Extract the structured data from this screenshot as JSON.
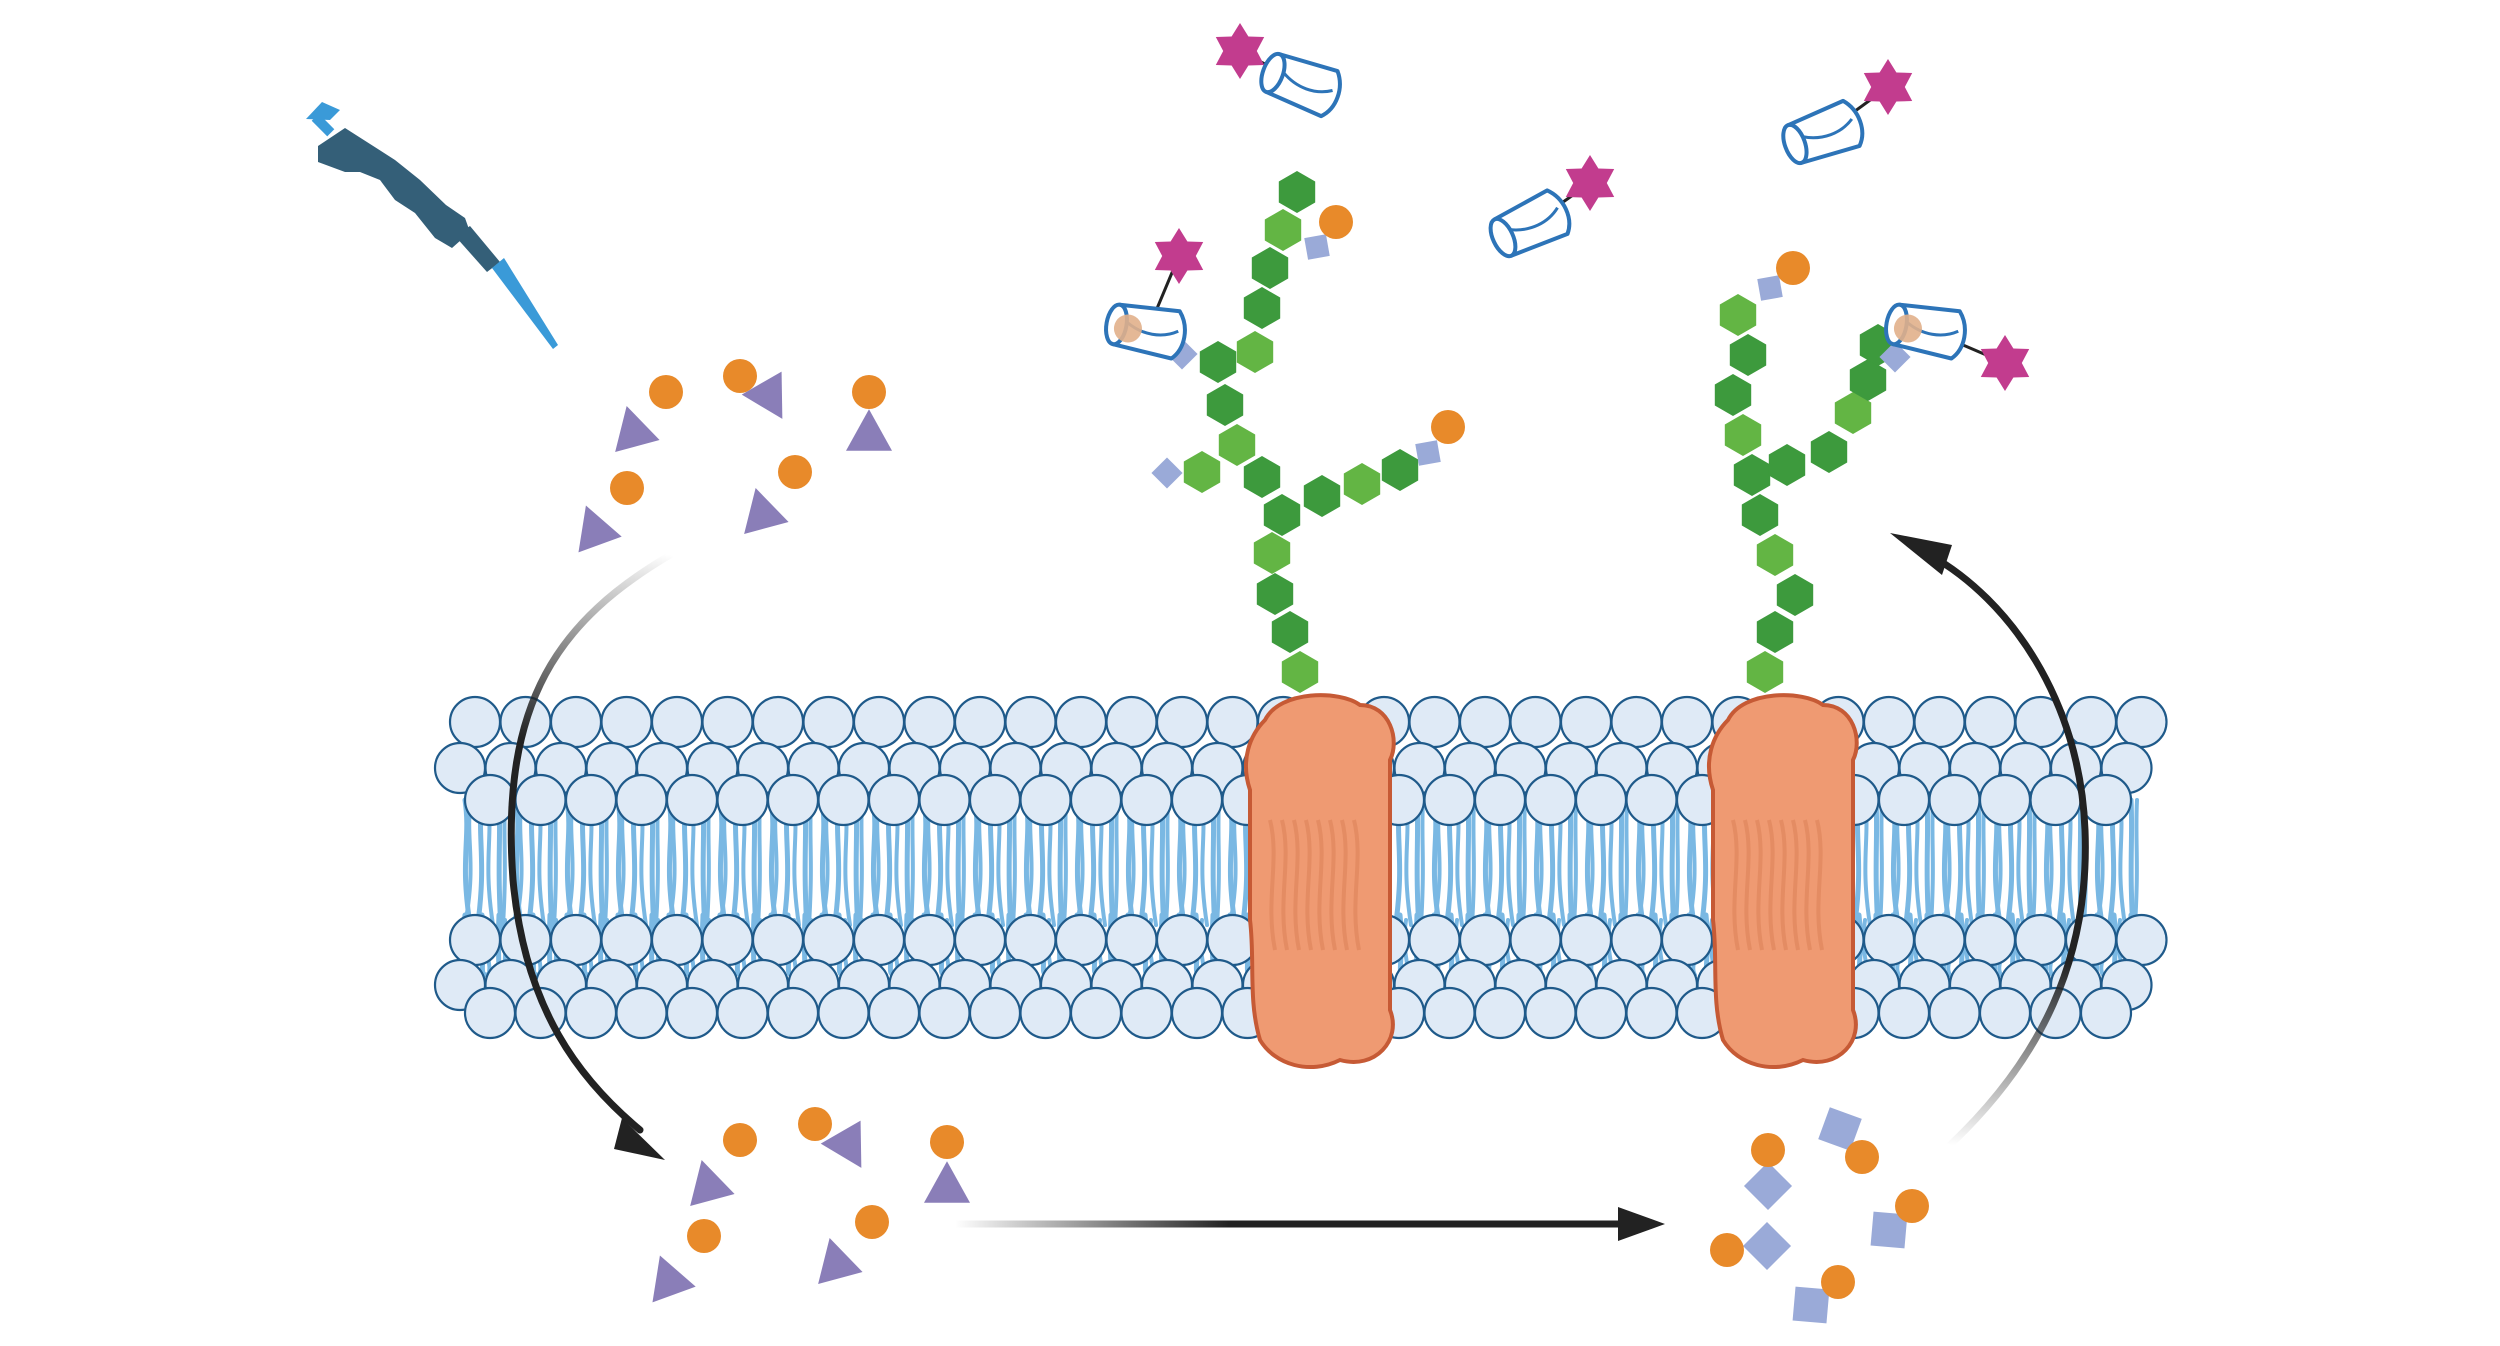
{
  "figure": {
    "kind": "metabolic glycoengineering schematic",
    "labels": []
  },
  "icons": {
    "pipette": "pipette-icon",
    "sugar_precursor": "sugar-precursor-icon",
    "processed_sugar": "processed-sugar-icon",
    "probe": "fluorescent-probe-icon",
    "membrane": "lipid-bilayer",
    "glycoprotein": "membrane-glycoprotein",
    "cycle_arrows": "pathway-arrow-icon"
  },
  "colors": {
    "background": "#ffffff",
    "lipid_head_fill": "#dfeaf6",
    "lipid_head_stroke": "#1f5a8a",
    "lipid_tail": "#7ab8e3",
    "protein_fill": "#ef9a72",
    "protein_stroke": "#c65a35",
    "glycan_dark": "#3d9a3d",
    "glycan_light": "#63b544",
    "terminal_square": "#9aaad8",
    "azide_orange": "#e88a2a",
    "sugar_triangle": "#8a7eb8",
    "probe_star": "#c23c8e",
    "probe_cup_stroke": "#2d74b8",
    "pipette_body": "#345f78",
    "pipette_tip": "#3a9ad8",
    "arrow": "#222222"
  }
}
